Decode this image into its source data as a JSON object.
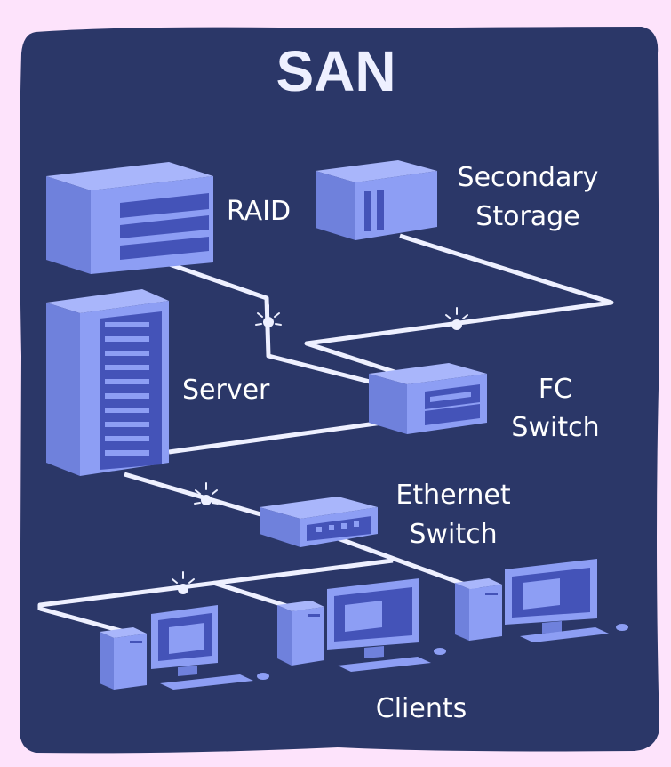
{
  "title": "SAN",
  "labels": {
    "raid": "RAID",
    "secondary_storage_line1": "Secondary",
    "secondary_storage_line2": "Storage",
    "server": "Server",
    "fc_switch_line1": "FC",
    "fc_switch_line2": "Switch",
    "ethernet_switch_line1": "Ethernet",
    "ethernet_switch_line2": "Switch",
    "clients": "Clients"
  },
  "colors": {
    "outer_background": "#fde3fb",
    "panel": "#2b3768",
    "device_front": "#8d9ef4",
    "device_top": "#a9b6fb",
    "device_side": "#6f81dc",
    "device_detail": "#4453b8",
    "cable": "#eef0ff",
    "text": "#ffffff"
  },
  "icons": [
    "raid-storage-icon",
    "secondary-storage-icon",
    "server-tower-icon",
    "fc-switch-icon",
    "ethernet-switch-icon",
    "client-computer-icon",
    "cable-break-icon"
  ]
}
